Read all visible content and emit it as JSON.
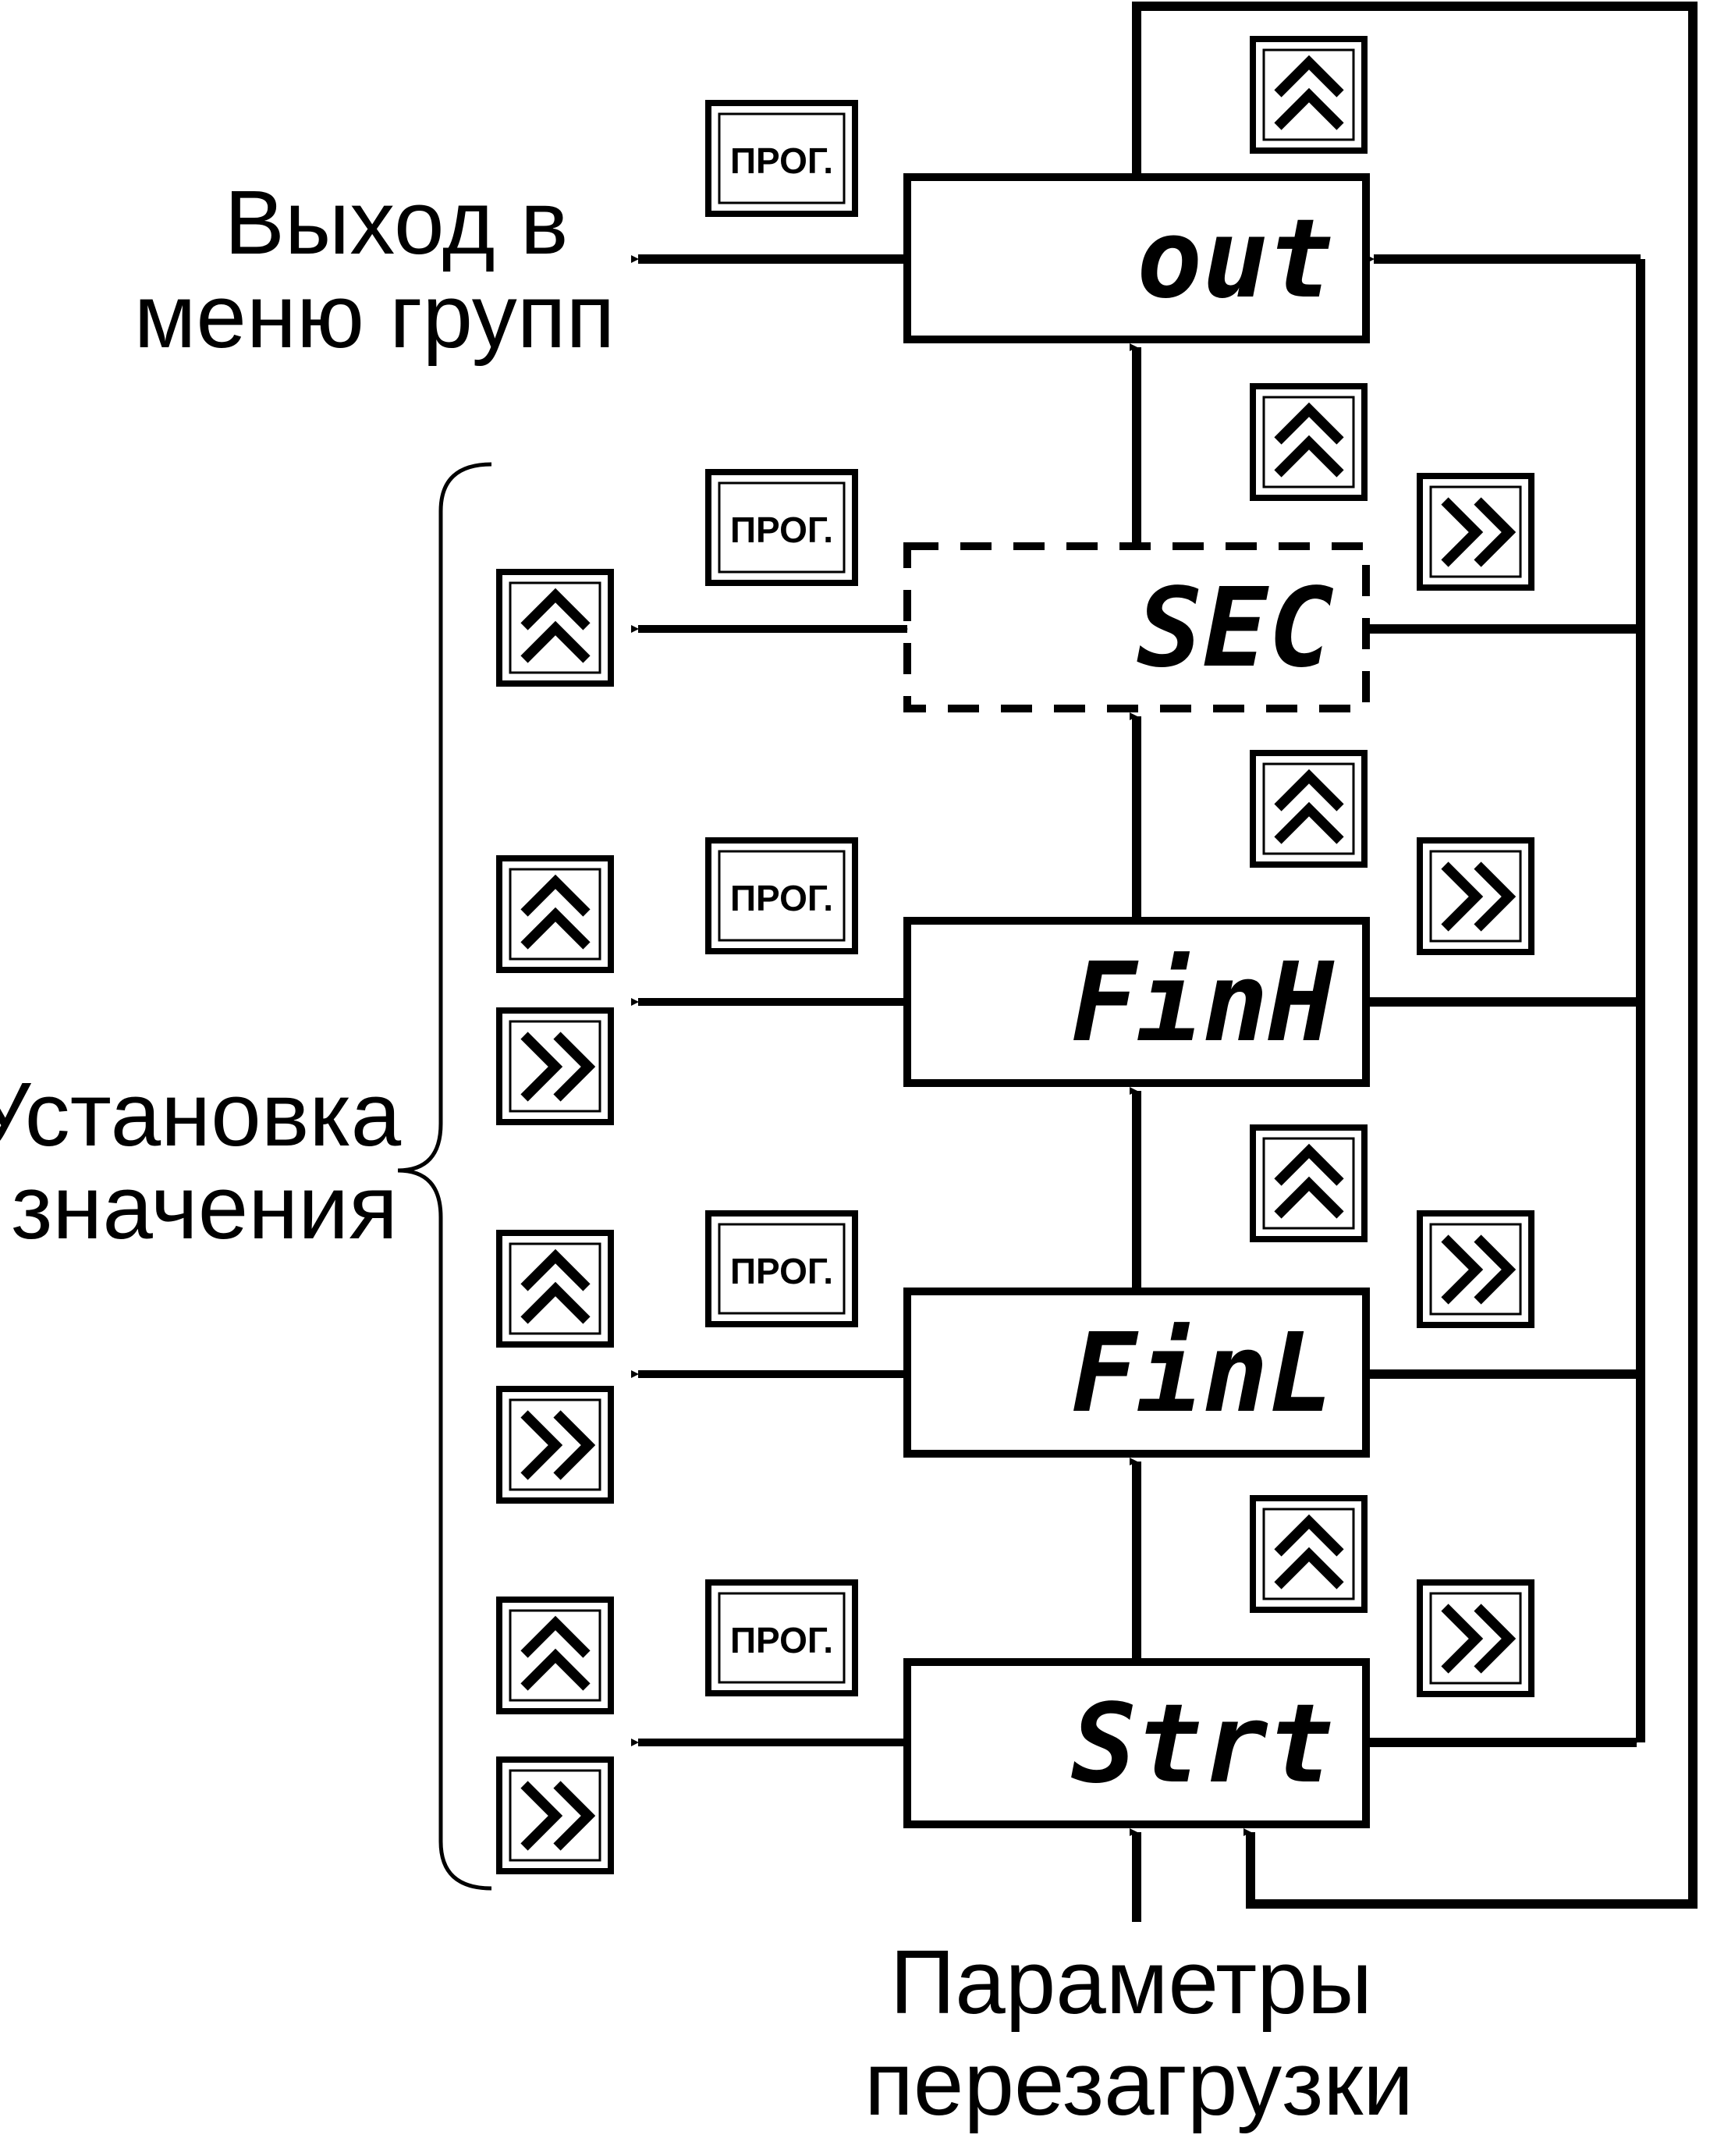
{
  "title_exit": [
    "Выход в",
    "меню групп"
  ],
  "label_setting": [
    "Установка",
    "значения"
  ],
  "label_params": [
    "Параметры",
    "перезагрузки"
  ],
  "prog_label": "ПРОГ.",
  "displays": [
    "out",
    "SEC",
    "FinH",
    "FinL",
    "Strt"
  ],
  "icons": {
    "up": "double-chevron-up-icon",
    "right": "double-chevron-right-icon"
  },
  "colors": {
    "line": "#000000",
    "bg": "#ffffff"
  }
}
